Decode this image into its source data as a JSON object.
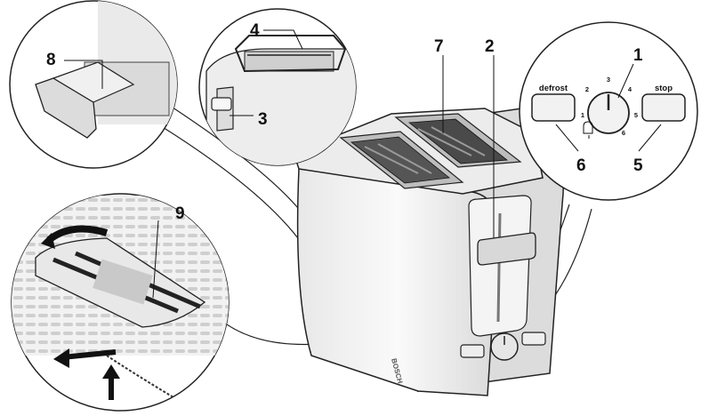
{
  "callouts": {
    "c1": "1",
    "c2": "2",
    "c3": "3",
    "c4": "4",
    "c5": "5",
    "c6": "6",
    "c7": "7",
    "c8": "8",
    "c9": "9"
  },
  "panel": {
    "defrost_label": "defrost",
    "stop_label": "stop",
    "dial_numbers": [
      "1",
      "2",
      "3",
      "4",
      "5",
      "6"
    ]
  },
  "brand": "BOSCH"
}
